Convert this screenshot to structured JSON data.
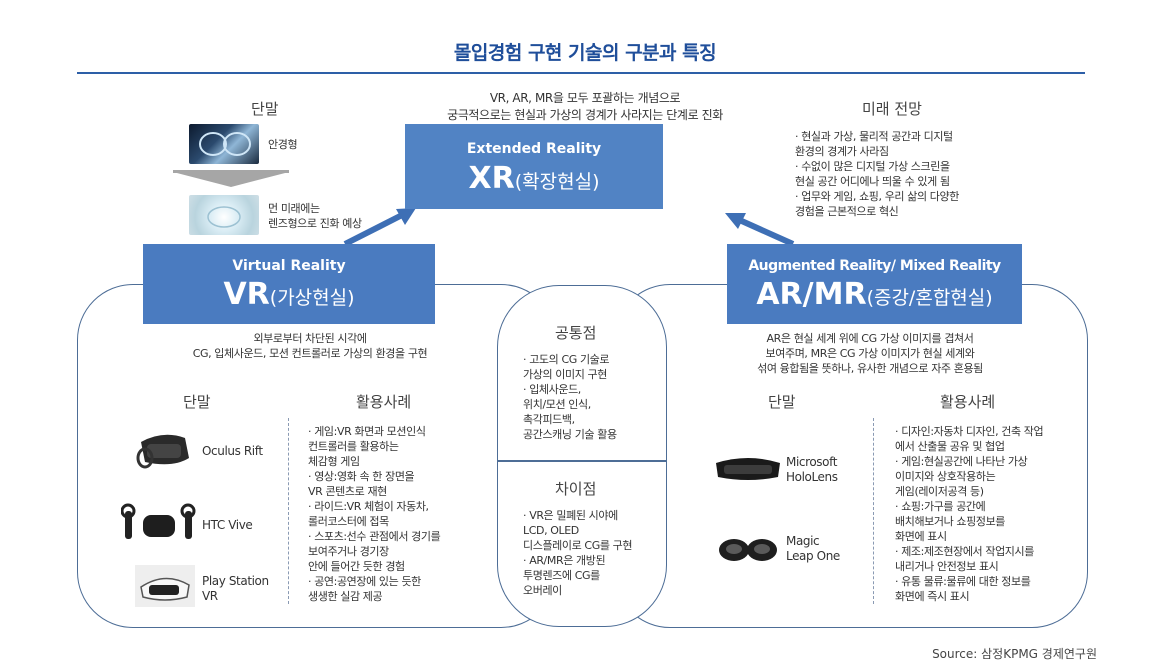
{
  "title": "몰입경험 구현 기술의 구분과 특징",
  "xr": {
    "description": [
      "VR, AR, MR을 모두 포괄하는 개념으로",
      "궁극적으로는 현실과 가상의 경계가 사라지는 단계로 진화"
    ],
    "subtitle": "Extended Reality",
    "main": "XR",
    "main_paren": "(확장현실)"
  },
  "terminal_top": {
    "heading": "단말",
    "item1": "안경형",
    "item2": [
      "먼 미래에는",
      "렌즈형으로 진화 예상"
    ]
  },
  "future": {
    "heading": "미래 전망",
    "bullets": [
      "· 현실과 가상, 물리적 공간과 디지털",
      "  환경의 경계가 사라짐",
      "· 수없이 많은 디지털 가상 스크린을",
      "  현실 공간 어디에나 띄울 수 있게 됨",
      "· 업무와 게임, 쇼핑, 우리 삶의 다양한",
      "  경험을 근본적으로 혁신"
    ]
  },
  "vr": {
    "subtitle": "Virtual Reality",
    "main": "VR",
    "main_paren": "(가상현실)",
    "description": [
      "외부로부터 차단된 시각에",
      "CG, 입체사운드, 모션 컨트롤러로 가상의 환경을 구현"
    ],
    "terminal_heading": "단말",
    "usage_heading": "활용사례",
    "devices": [
      "Oculus Rift",
      "HTC Vive",
      "Play Station",
      "VR"
    ],
    "usage": [
      "· 게임:VR 화면과 모션인식",
      "  컨트롤러를 활용하는",
      "  체감형 게임",
      "· 영상:영화 속 한 장면을",
      "  VR 콘텐츠로 재현",
      "· 라이드:VR 체험이 자동차,",
      "  롤러코스터에 접목",
      "· 스포츠:선수 관점에서 경기를",
      "  보여주거나 경기장",
      "  안에 들어간 듯한 경험",
      "· 공연:공연장에 있는 듯한",
      "  생생한 실감 제공"
    ]
  },
  "common": {
    "heading": "공통점",
    "bullets": [
      "· 고도의 CG 기술로",
      "  가상의 이미지 구현",
      "· 입체사운드,",
      "  위치/모션 인식,",
      "  촉각피드백,",
      "  공간스캐닝 기술 활용"
    ]
  },
  "diff": {
    "heading": "차이점",
    "bullets": [
      "· VR은 밀폐된 시야에",
      "  LCD, OLED",
      "  디스플레이로 CG를 구현",
      "· AR/MR은 개방된",
      "  투명렌즈에 CG를",
      "  오버레이"
    ]
  },
  "ar": {
    "subtitle": "Augmented Reality/ Mixed Reality",
    "main": "AR/MR",
    "main_paren": "(증강/혼합현실)",
    "description": [
      "AR은 현실 세계 위에 CG 가상 이미지를 겹쳐서",
      "보여주며, MR은 CG 가상 이미지가 현실 세계와",
      "섞여 융합됨을 뜻하나, 유사한 개념으로 자주 혼용됨"
    ],
    "terminal_heading": "단말",
    "usage_heading": "활용사례",
    "devices": [
      "Microsoft",
      "HoloLens",
      "Magic",
      "Leap One"
    ],
    "usage": [
      "· 디자인:자동차 디자인, 건축 작업",
      "  에서 산출물 공유 및 협업",
      "· 게임:현실공간에 나타난 가상",
      "  이미지와 상호작용하는",
      "  게임(레이저공격 등)",
      "· 쇼핑:가구를 공간에",
      "  배치해보거나 쇼핑정보를",
      "  화면에 표시",
      "· 제조:제조현장에서 작업지시를",
      "  내리거나 안전정보 표시",
      "· 유통 물류:물류에 대한 정보를",
      "  화면에 즉시 표시"
    ]
  },
  "source": "Source: 삼정KPMG 경제연구원",
  "colors": {
    "title": "#1f4e9a",
    "box": "#4a7bc0",
    "outline": "#4d6d96"
  }
}
